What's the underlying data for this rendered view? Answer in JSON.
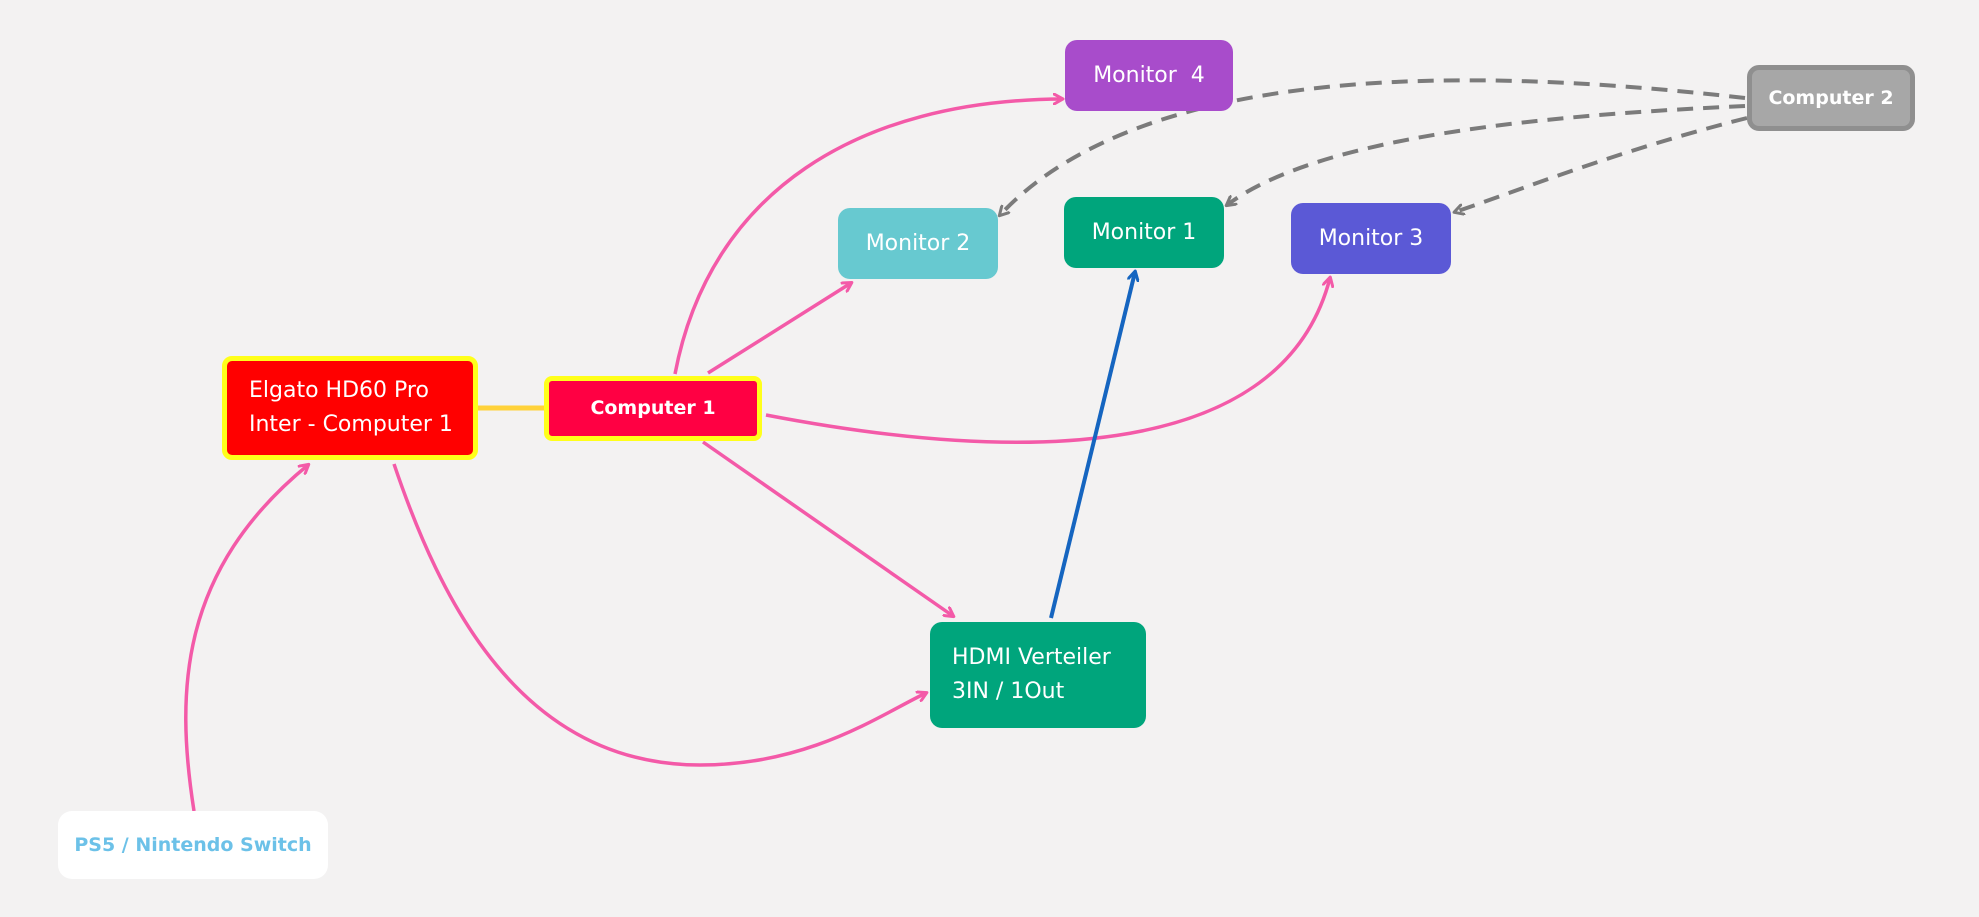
{
  "nodes": {
    "monitor4": "Monitor  4",
    "monitor2": "Monitor 2",
    "monitor1": "Monitor 1",
    "monitor3": "Monitor 3",
    "computer2": "Computer 2",
    "computer1": "Computer 1",
    "elgato_line1": "Elgato HD60 Pro",
    "elgato_line2": "Inter - Computer 1",
    "hdmi_line1": "HDMI Verteiler",
    "hdmi_line2": "3IN / 1Out",
    "ps5": "PS5 / Nintendo Switch"
  },
  "colors": {
    "background": "#f3f2f2",
    "pink_connection": "#f35aa8",
    "blue_connection": "#1565c0",
    "gray_dashed_connection": "#7b7b7b",
    "yellow_link": "#ffd23a",
    "monitor4": "#a84ccb",
    "monitor2": "#67c9d0",
    "monitor1": "#00a57c",
    "monitor3": "#5b59d6",
    "computer2": "#a7a7a7",
    "computer1": "#ff0043",
    "elgato": "#ff0000",
    "hdmi": "#00a57c",
    "ps5_text": "#6cc1e8"
  }
}
